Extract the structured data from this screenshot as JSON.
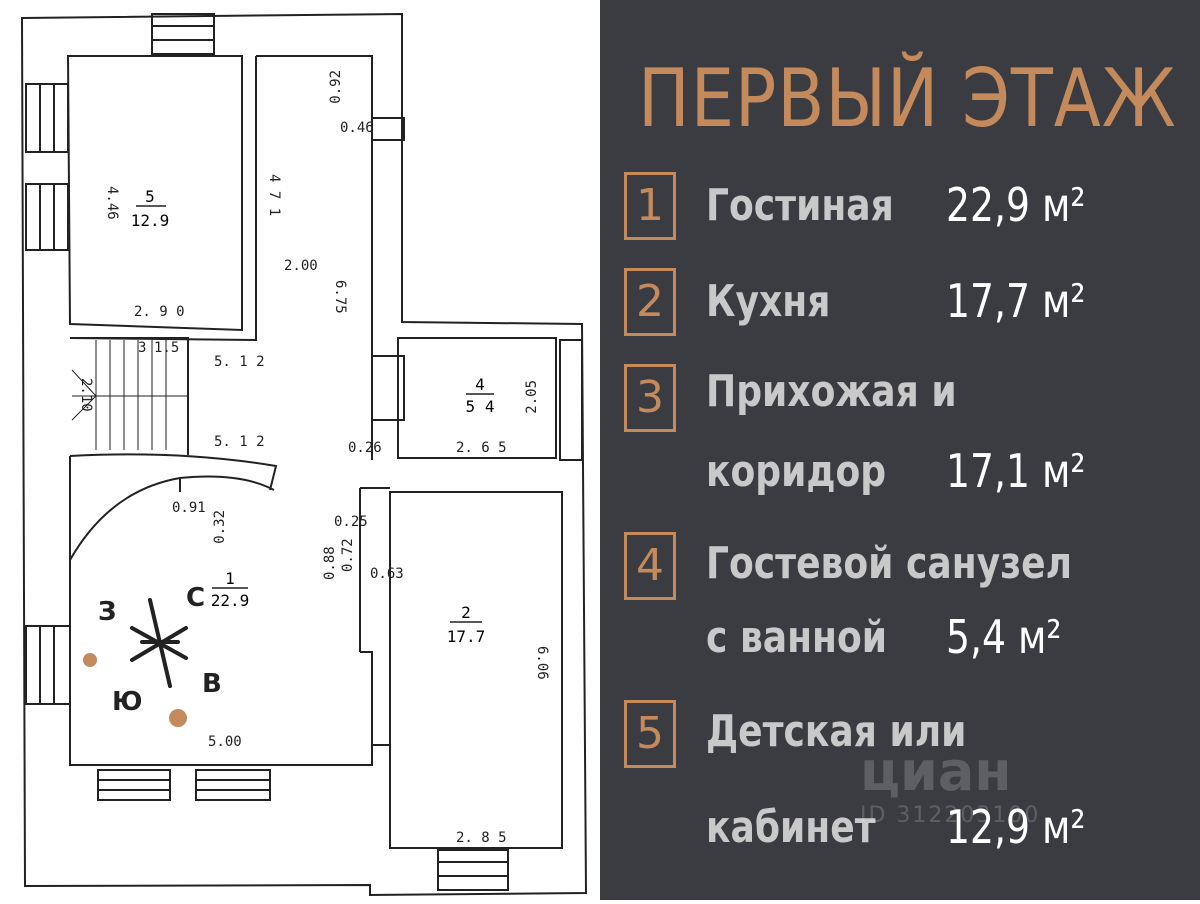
{
  "panel": {
    "title": "ПЕРВЫЙ ЭТАЖ",
    "accent_color": "#c48a5c",
    "background_color": "#3a3c42",
    "rooms": [
      {
        "num": "1",
        "name_line1": "Гостиная",
        "name_line2": "",
        "area": "22,9 м²"
      },
      {
        "num": "2",
        "name_line1": "Кухня",
        "name_line2": "",
        "area": "17,7 м²"
      },
      {
        "num": "3",
        "name_line1": "Прихожая и",
        "name_line2": "коридор",
        "area": "17,1 м²"
      },
      {
        "num": "4",
        "name_line1": "Гостевой санузел",
        "name_line2": "с ванной",
        "area": "5,4 м²"
      },
      {
        "num": "5",
        "name_line1": "Детская или",
        "name_line2": "кабинет",
        "area": "12,9 м²"
      }
    ],
    "watermark": {
      "logo": "циан",
      "id": "ID 312203100"
    }
  },
  "plan": {
    "rooms": {
      "r5": {
        "num": "5",
        "area": "12.9"
      },
      "r4": {
        "num": "4",
        "area": "5 4"
      },
      "r1": {
        "num": "1",
        "area": "22.9"
      },
      "r2": {
        "num": "2",
        "area": "17.7"
      }
    },
    "dims": {
      "d_4_46": "4.46",
      "d_2_90": "2. 9 0",
      "d_4_71": "4 7 1",
      "d_0_92": "0.92",
      "d_0_46": "0.46",
      "d_2_00": "2.00",
      "d_6_75": "6.75",
      "d_5_12a": "5. 1 2",
      "d_5_12b": "5. 1 2",
      "d_3": "3",
      "d_1_5": "1.5",
      "d_2_10": "2.10",
      "d_2_05": "2.05",
      "d_2_65": "2. 6 5",
      "d_0_26": "0.26",
      "d_0_91": "0.91",
      "d_0_32": "0.32",
      "d_0_25": "0.25",
      "d_0_88": "0.88",
      "d_0_72": "0.72",
      "d_0_63": "0.63",
      "d_6_06": "6.06",
      "d_5_00": "5.00",
      "d_2_85": "2. 8 5"
    },
    "compass": {
      "n": "С",
      "w": "З",
      "e": "В",
      "s": "Ю"
    }
  }
}
